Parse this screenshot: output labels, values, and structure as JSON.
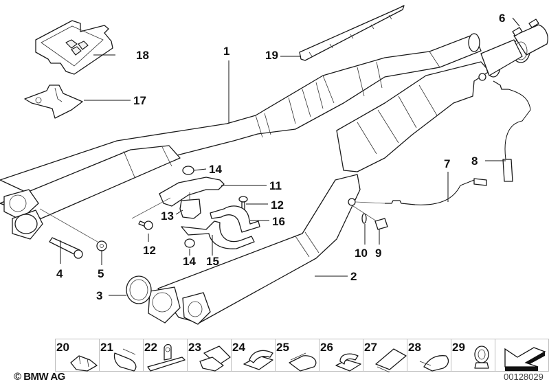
{
  "diagram": {
    "title": "Exhaust system – catalytic converter / front pipe parts diagram",
    "callouts": [
      {
        "id": "1",
        "label": "1",
        "part": "Front pipe with catalytic converter (left)"
      },
      {
        "id": "2",
        "label": "2",
        "part": "Front pipe with catalytic converter (right)"
      },
      {
        "id": "3",
        "label": "3",
        "part": "Gasket ring"
      },
      {
        "id": "4",
        "label": "4",
        "part": "Bolt"
      },
      {
        "id": "5",
        "label": "5",
        "part": "Nut"
      },
      {
        "id": "6",
        "label": "6",
        "part": "Pipe clamp"
      },
      {
        "id": "7",
        "label": "7",
        "part": "Oxygen sensor"
      },
      {
        "id": "8",
        "label": "8",
        "part": "Oxygen sensor"
      },
      {
        "id": "9",
        "label": "9",
        "part": "Plug screw"
      },
      {
        "id": "10",
        "label": "10",
        "part": "Sealing ring"
      },
      {
        "id": "11",
        "label": "11",
        "part": "Holder"
      },
      {
        "id": "12a",
        "label": "12",
        "part": "Bolt"
      },
      {
        "id": "12b",
        "label": "12",
        "part": "Bolt"
      },
      {
        "id": "13",
        "label": "13",
        "part": "Rubber mounting"
      },
      {
        "id": "14a",
        "label": "14",
        "part": "Nut"
      },
      {
        "id": "14b",
        "label": "14",
        "part": "Nut"
      },
      {
        "id": "15",
        "label": "15",
        "part": "Clamp bracket"
      },
      {
        "id": "16",
        "label": "16",
        "part": "Clamp"
      },
      {
        "id": "17",
        "label": "17",
        "part": "Bracket"
      },
      {
        "id": "18",
        "label": "18",
        "part": "Cover"
      },
      {
        "id": "19",
        "label": "19",
        "part": "Heat shield"
      }
    ]
  },
  "clips": [
    {
      "label": "20"
    },
    {
      "label": "21"
    },
    {
      "label": "22"
    },
    {
      "label": "23"
    },
    {
      "label": "24"
    },
    {
      "label": "25"
    },
    {
      "label": "26"
    },
    {
      "label": "27"
    },
    {
      "label": "28"
    },
    {
      "label": "29"
    }
  ],
  "footer": {
    "copyright": "© BMW AG",
    "document_id": "00128029"
  }
}
